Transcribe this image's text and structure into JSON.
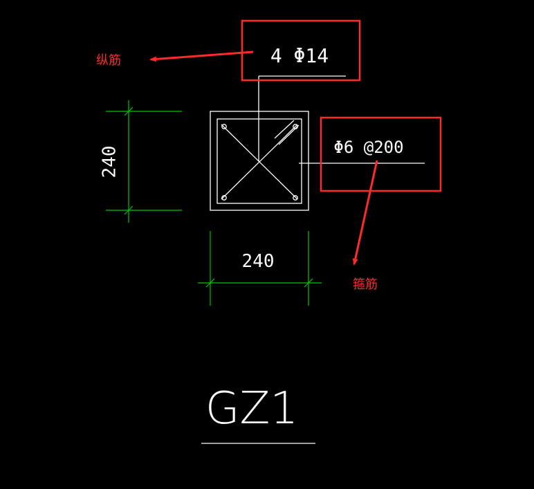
{
  "drawing": {
    "longitudinal_rebar_spec": "4 Φ14",
    "stirrup_spec": "Φ6 @200",
    "dim_height": "240",
    "dim_width": "240",
    "column_title": "GZ1"
  },
  "annotations": {
    "longitudinal_label": "纵筋",
    "stirrup_label": "箍筋"
  },
  "colors": {
    "background": "#000000",
    "linework": "#ffffff",
    "dimension": "#00c800",
    "annotation": "#ff2a2a"
  }
}
